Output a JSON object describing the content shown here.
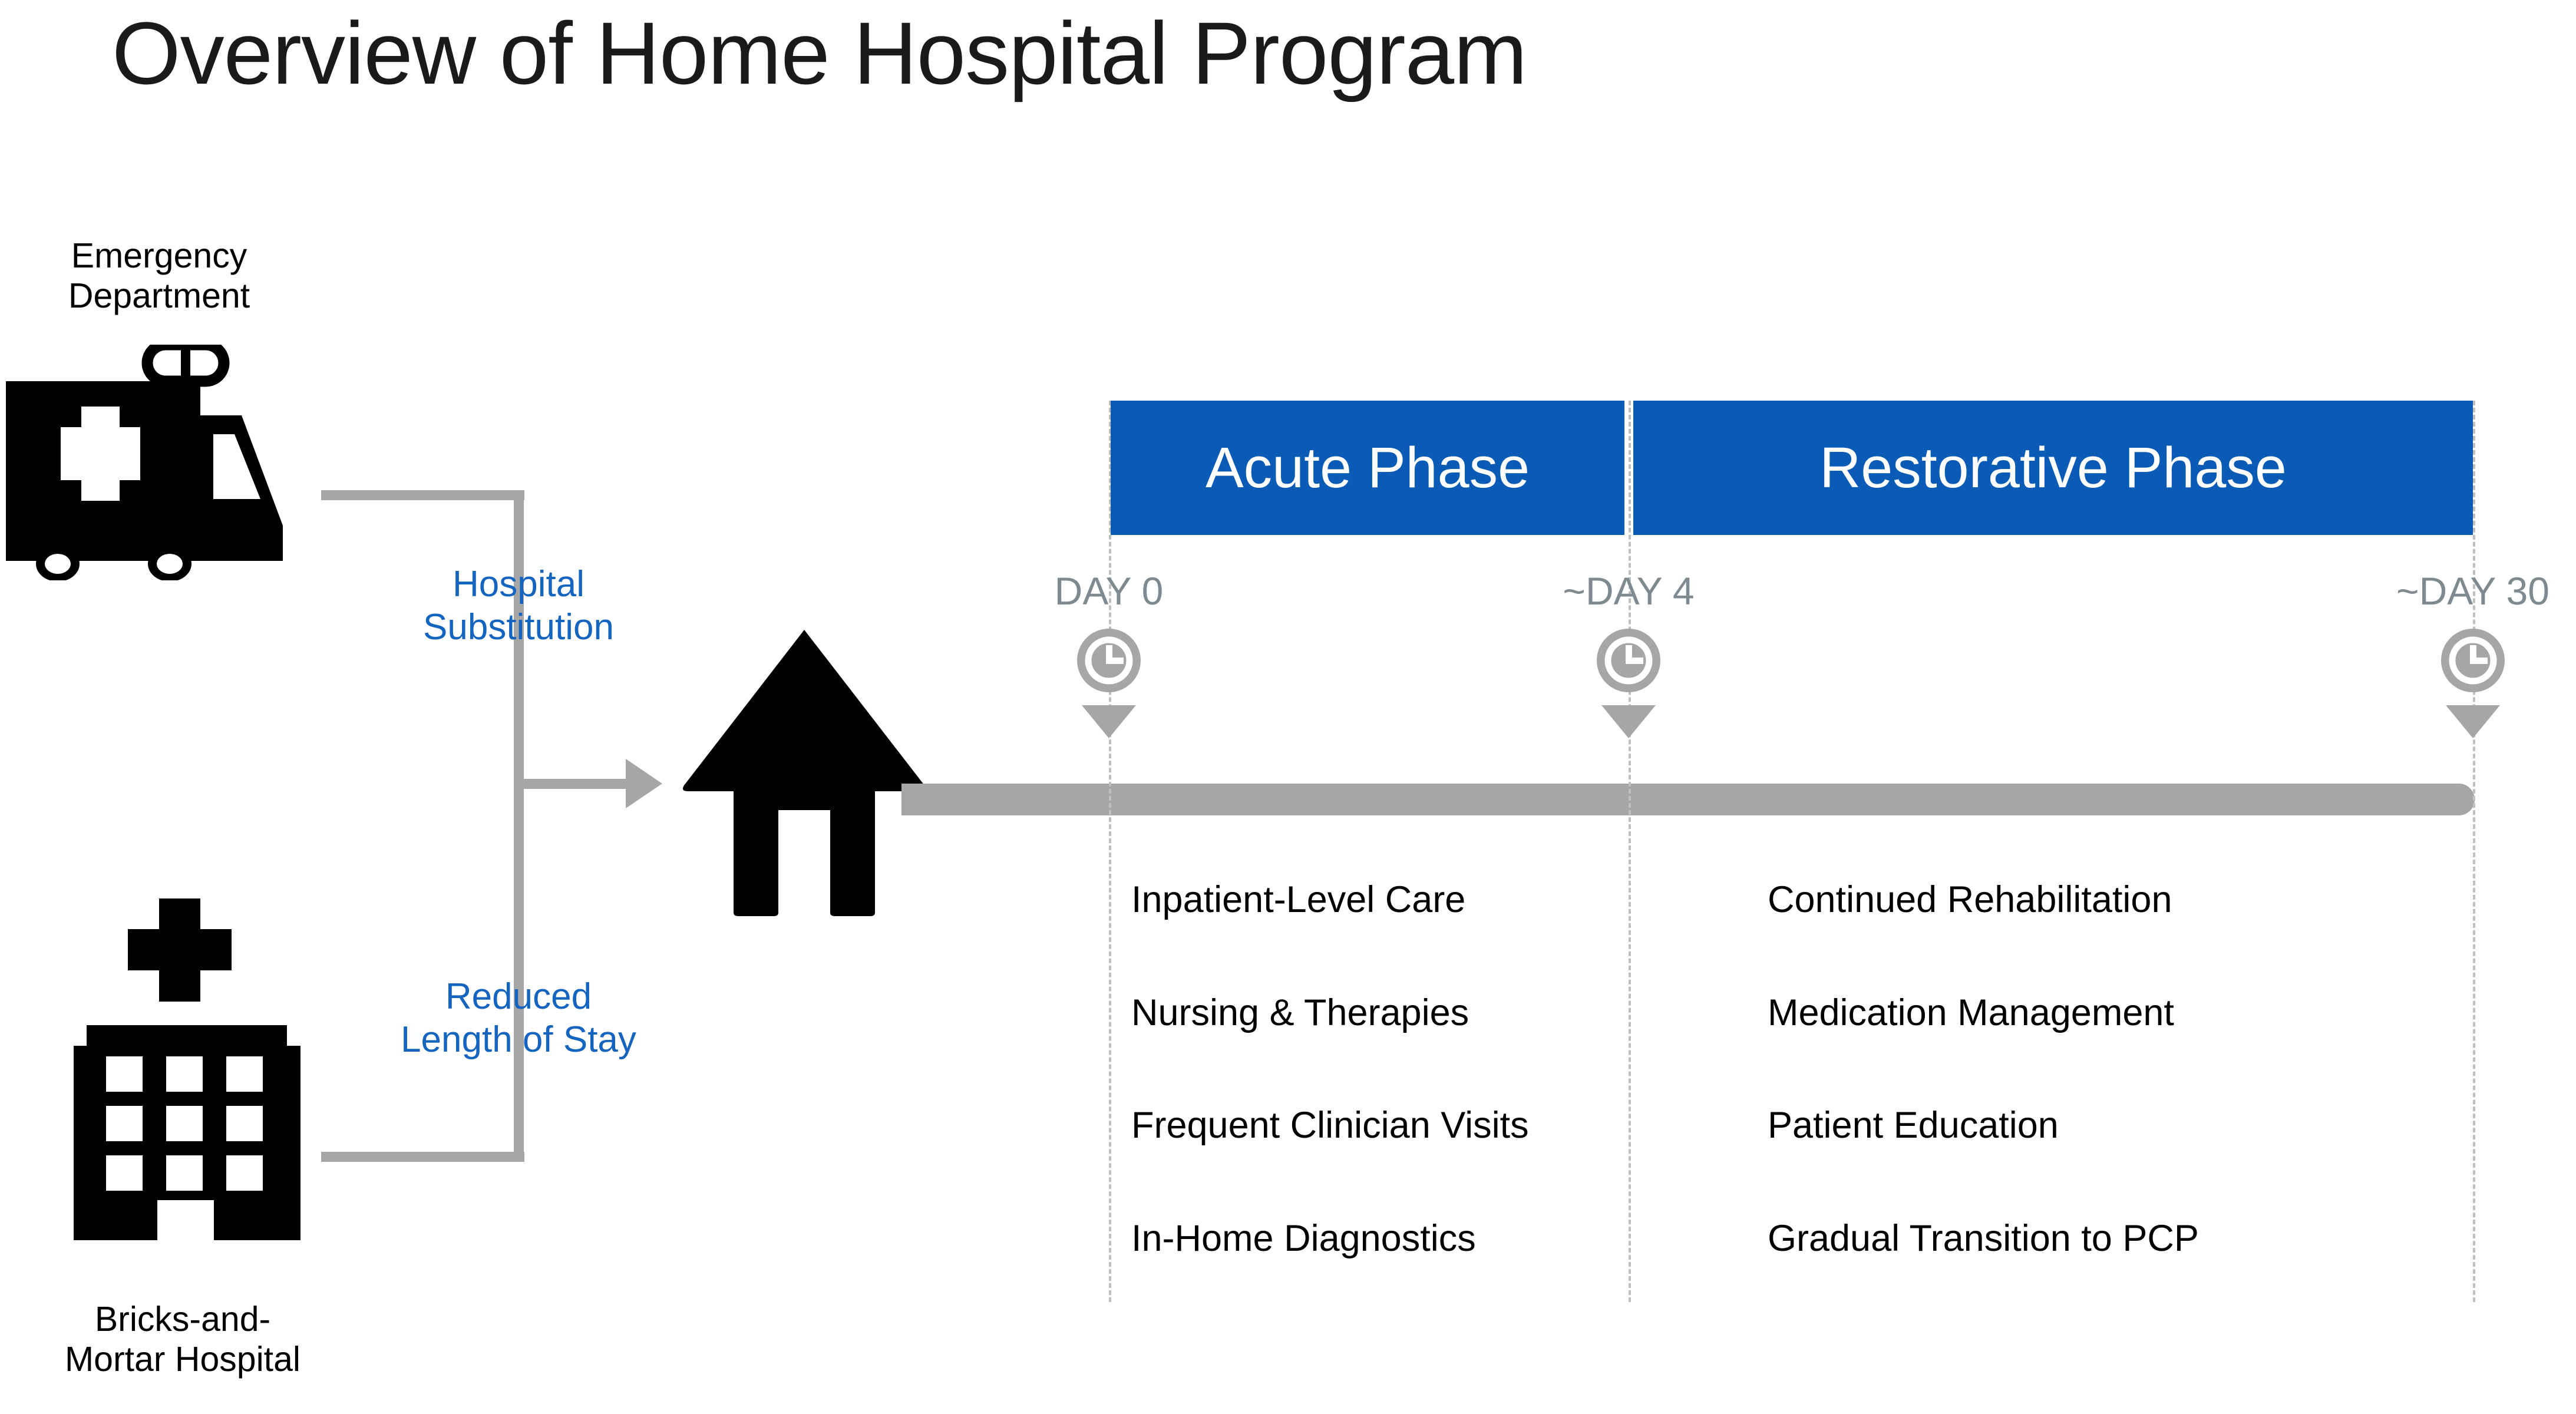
{
  "title": "Overview of Home Hospital Program",
  "colors": {
    "phase_bar_blue": "#0A5BB5",
    "caption_blue": "#1464C0",
    "connector_gray": "#A6A6A6",
    "day_label_gray": "#7F8A90",
    "guide_gray": "#BFBFBF",
    "icon_black": "#000000",
    "background": "#FFFFFF"
  },
  "sources": [
    {
      "label": "Emergency\nDepartment",
      "icon": "ambulance-icon"
    },
    {
      "label": "Bricks-and-\nMortar Hospital",
      "icon": "hospital-building-icon"
    }
  ],
  "connectors": [
    {
      "caption": "Hospital\nSubstitution"
    },
    {
      "caption": "Reduced\nLength of Stay"
    }
  ],
  "destination": {
    "icon": "house-icon",
    "label": ""
  },
  "phases": [
    {
      "name": "Acute Phase",
      "items": [
        "Inpatient-Level Care",
        "Nursing & Therapies",
        "Frequent Clinician Visits",
        "In-Home Diagnostics"
      ]
    },
    {
      "name": "Restorative Phase",
      "items": [
        "Continued Rehabilitation",
        "Medication Management",
        "Patient Education",
        "Gradual Transition to PCP"
      ]
    }
  ],
  "milestones": [
    {
      "label": "DAY 0",
      "icon": "clock-icon"
    },
    {
      "label": "~DAY 4",
      "icon": "clock-icon"
    },
    {
      "label": "~DAY 30",
      "icon": "clock-icon"
    }
  ]
}
